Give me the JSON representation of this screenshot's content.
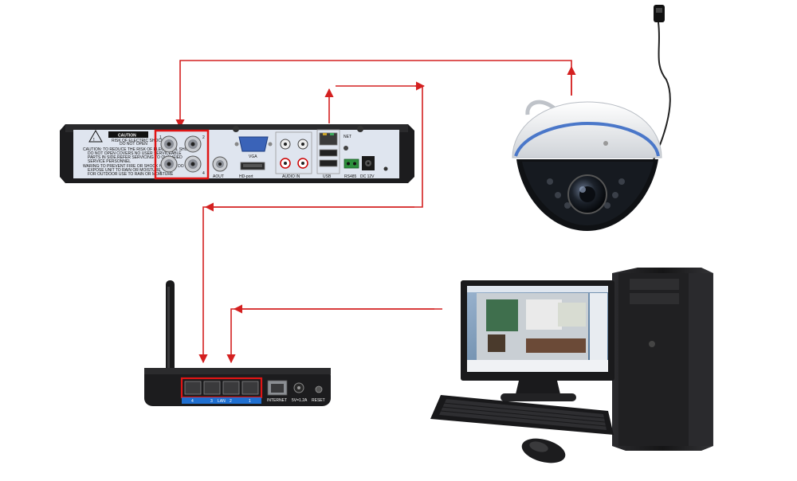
{
  "colors": {
    "arrow": "#d42020",
    "highlight_red": "#e01515",
    "highlight_blue": "#1f6fd0",
    "device_dark": "#1c1c1e",
    "panel_light": "#dfe5ef"
  },
  "dvr": {
    "caution_title": "CAUTION",
    "caution_sub_1": "RISK OF ELECTRIC SHOCK",
    "caution_sub_2": "DO NOT OPEN",
    "warning_1": "CAUTION: TO REDUCE THE RISK OF ELECTRICAL SHOCK",
    "warning_2": "DO NOT OPEN COVERS NO USER SERVICEABLE",
    "warning_3": "PARTS IN SIDE.REFER SERVICING TO QUALIFIED",
    "warning_4": "SERVICE PERSONNEL",
    "warning_5": "WARING:TO PREVENT FIRE OR SHOCK HAZARD, DO NOT",
    "warning_6": "EXPOSE UNIT TO RAIN OR MOISTURE",
    "warning_7": "FOR OUTDOOR USE TO RAIN OR MOISTURE",
    "port_aout": "AOUT",
    "port_vga": "VGA",
    "port_hdport": "HD-port",
    "port_audio_in": "AUDIO IN",
    "port_usb": "USB",
    "port_net": "NET",
    "port_rs485": "RS485",
    "port_dc": "DC 12V",
    "bnc_nums": [
      "1",
      "2",
      "3",
      "4"
    ]
  },
  "router": {
    "lan_label": "LAN",
    "lan_nums": [
      "4",
      "3",
      "2",
      "1"
    ],
    "internet_label": "INTERNET",
    "power_label": "5V=1.2A",
    "reset_label": "RESET"
  },
  "icons": [
    "arrow-head-icon",
    "camera-lens-icon",
    "monitor-screen-icon"
  ]
}
